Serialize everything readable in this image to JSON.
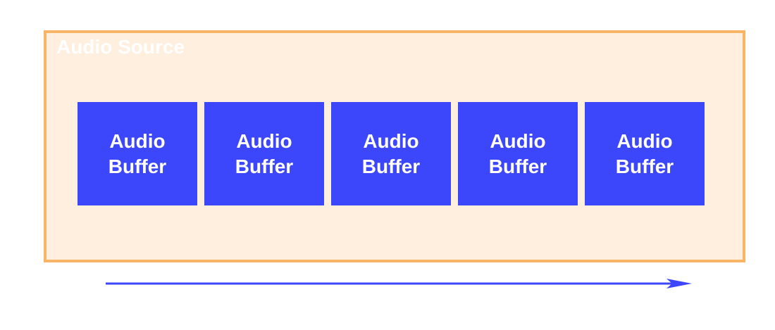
{
  "diagram": {
    "source": {
      "title": "Audio Source",
      "border_color": "#f7b565",
      "fill_color": "#ffefdf"
    },
    "buffers": [
      {
        "label": "Audio\nBuffer"
      },
      {
        "label": "Audio\nBuffer"
      },
      {
        "label": "Audio\nBuffer"
      },
      {
        "label": "Audio\nBuffer"
      },
      {
        "label": "Audio\nBuffer"
      }
    ],
    "buffer_color": "#3c46fb",
    "arrow_color": "#3c46fb",
    "arrow_icon": "arrow-right-icon"
  }
}
